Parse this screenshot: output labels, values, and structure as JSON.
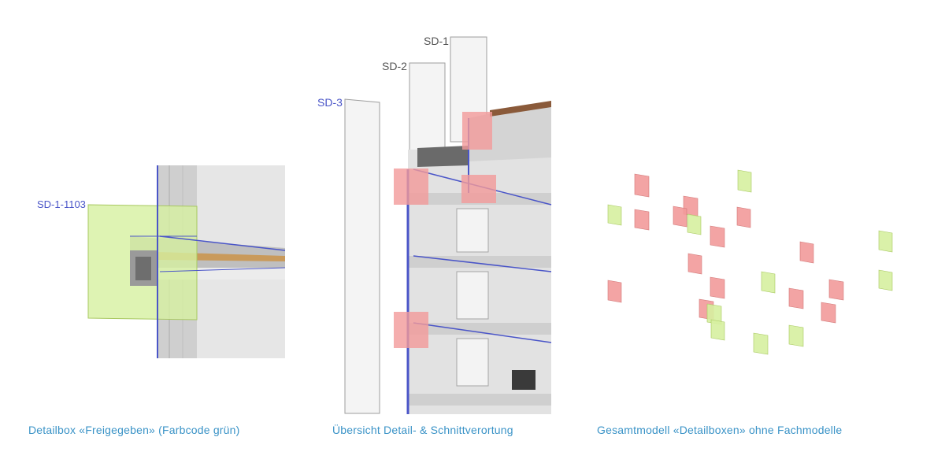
{
  "left_panel": {
    "box_label": "SD-1-1103",
    "caption": "Detailbox «Freigegeben» (Farbcode grün)"
  },
  "middle_panel": {
    "section_labels": [
      "SD-1",
      "SD-2",
      "SD-3"
    ],
    "caption": "Übersicht Detail- & Schnittverortung"
  },
  "right_panel": {
    "caption": "Gesamtmodell «Detailboxen» ohne Fachmodelle"
  },
  "colors": {
    "approved": "#d6f0a0",
    "pending": "#f29a9a",
    "caption": "#3a93c7",
    "label_blue": "#4a55c8"
  }
}
